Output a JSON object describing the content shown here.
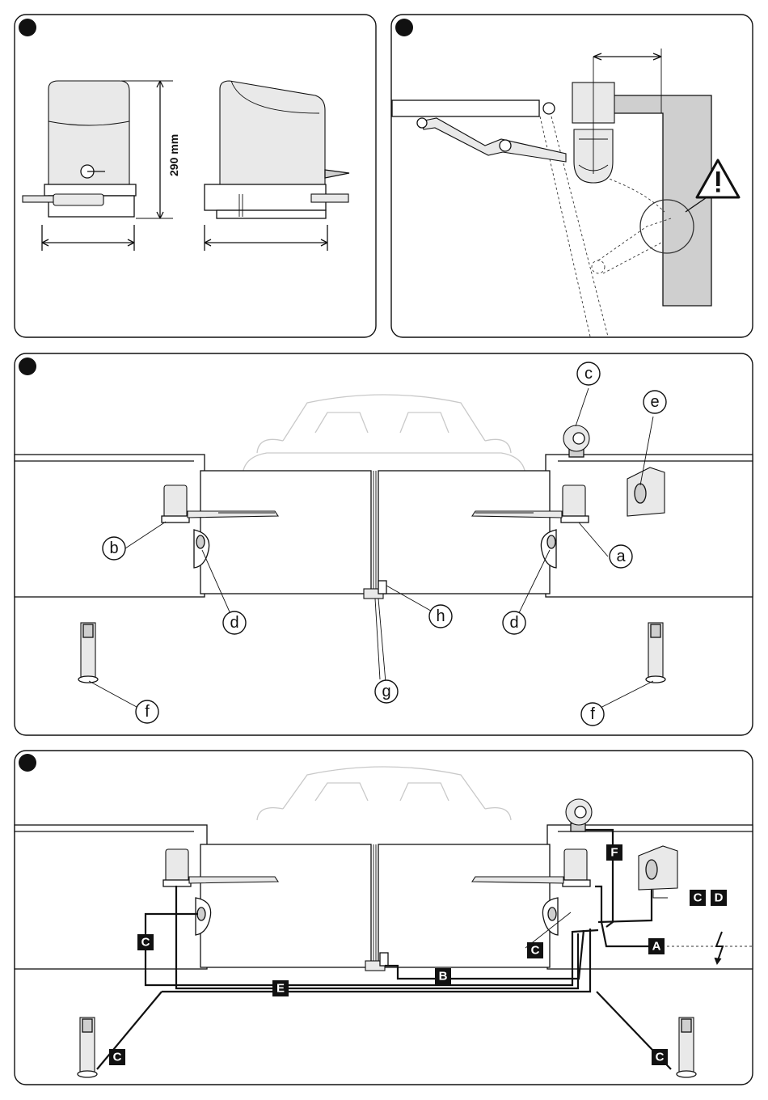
{
  "figure1": {
    "dimension_label": "290 mm"
  },
  "figure3": {
    "callouts": {
      "a": "a",
      "b": "b",
      "c": "c",
      "d_left": "d",
      "d_right": "d",
      "e": "e",
      "f_left": "f",
      "f_right": "f",
      "g": "g",
      "h": "h"
    }
  },
  "figure4": {
    "cables": {
      "A": "A",
      "B": "B",
      "C_left_upper": "C",
      "C_left_lower": "C",
      "C_right_mid": "C",
      "C_right_lower": "C",
      "C_keyswitch": "C",
      "D_keyswitch": "D",
      "E": "E",
      "F": "F"
    },
    "mains_icon": "lightning-bolt-icon"
  },
  "icons": {
    "warning": "warning-triangle-icon"
  }
}
